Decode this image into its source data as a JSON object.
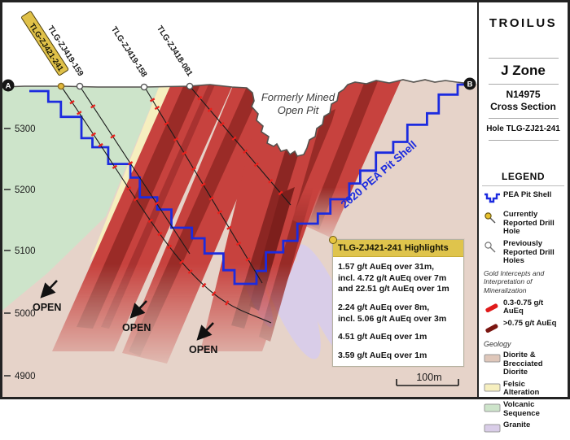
{
  "panel": {
    "brand": "TROILUS",
    "zone_title": "J Zone",
    "section_line1": "N14975",
    "section_line2": "Cross Section",
    "hole_line": "Hole TLG-ZJ21-241"
  },
  "legend": {
    "title": "LEGEND",
    "pit_shell": "PEA Pit Shell",
    "current_hole": "Currently Reported Drill Hole",
    "previous_holes": "Previously Reported Drill Holes",
    "note_line1": "Gold Intercepts and",
    "note_line2": "Interpretation of Mineralization",
    "intercept_low": "0.3-0.75 g/t AuEq",
    "intercept_high": ">0.75 g/t AuEq",
    "geology_title": "Geology",
    "geology": [
      {
        "label": "Diorite &\nBrecciated Diorite",
        "color": "#dfc7ba"
      },
      {
        "label": "Felsic Alteration",
        "color": "#f6efbf"
      },
      {
        "label": "Volcanic Sequence",
        "color": "#cde4ca"
      },
      {
        "label": "Granite",
        "color": "#d9cde8"
      }
    ]
  },
  "map": {
    "marker_a": "A",
    "marker_b": "B",
    "formerly_line1": "Formerly Mined",
    "formerly_line2": "Open Pit",
    "pit_shell_label": "2020 PEA Pit Shell",
    "open_label": "OPEN",
    "scale_label": "100m",
    "elevations": [
      "5300",
      "5200",
      "5100",
      "5000",
      "4900"
    ],
    "drillholes": [
      {
        "name": "TLG-ZJ421-241",
        "highlighted": true
      },
      {
        "name": "TLG-ZJ419-159",
        "highlighted": false
      },
      {
        "name": "TLG-ZJ419-158",
        "highlighted": false
      },
      {
        "name": "TLG-ZJ418-081",
        "highlighted": false
      }
    ]
  },
  "highlights": {
    "title": "TLG-ZJ421-241 Highlights",
    "entries": [
      "1.57 g/t AuEq over 31m,\nincl. 4.72 g/t AuEq over 7m\nand 22.51 g/t AuEq over 1m",
      "2.24 g/t AuEq over 8m,\nincl. 5.06 g/t AuEq over 3m",
      "4.51 g/t AuEq over 1m",
      "3.59 g/t AuEq over 1m"
    ]
  },
  "colors": {
    "pit_shell_blue": "#1c2bdf",
    "mineralization_red": "#c7423e",
    "mineralization_dark_red": "#8c2623",
    "diorite": "#e6d3c9",
    "volcanic": "#cde4ca",
    "felsic": "#f6efbf",
    "granite": "#d9cde8",
    "highlight_gold": "#dfc44c",
    "legend_red": "#e01b1b",
    "legend_dark_red": "#7a1510"
  }
}
